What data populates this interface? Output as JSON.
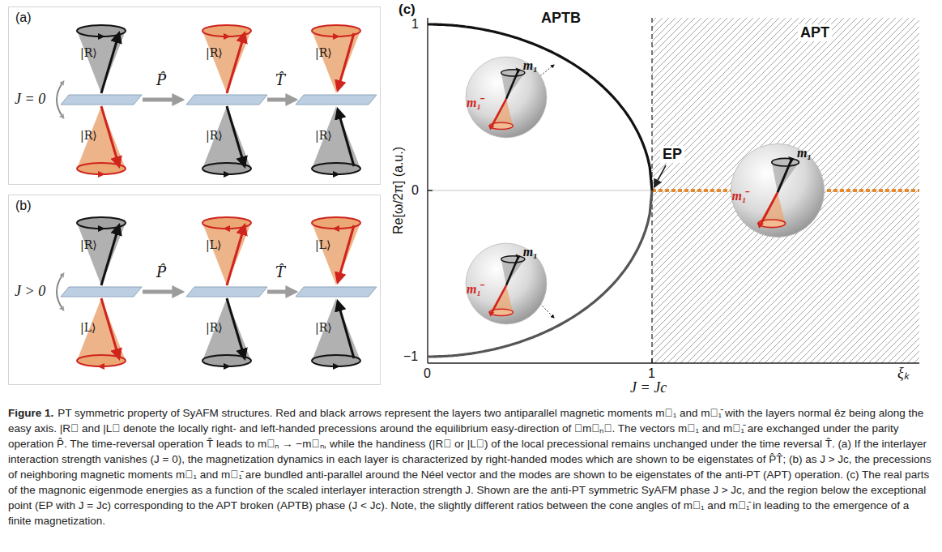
{
  "diagram": {
    "caption": "PT symmetric property of SyAFM structures. Red and black arrows represent the layers two antiparallel magnetic moments m⃗₁ and m⃗₁̄ with the layers normal êz being along the easy axis. |R⟩ and |L⟩ denote the locally right- and left-handed precessions around the equilibrium easy-direction of ⟨m⃗ₙ⟩. The vectors m⃗₁ and m⃗₁̄ are exchanged under the parity operation P̂. The time-reversal operation T̂ leads to m⃗ₙ → −m⃗ₙ, while the handiness (|R⟩ or |L⟩) of the local precessional remains unchanged under the time reversal T̂. (a) If the interlayer interaction strength vanishes (J = 0), the magnetization dynamics in each layer is characterized by right-handed modes which are shown to be eigenstates of P̂T̂; (b) as J > Jc, the precessions of neighboring magnetic moments m⃗₁ and m⃗₁̄ are bundled anti-parallel around the Néel vector and the modes are shown to be eigenstates of the anti-PT (APT) operation. (c) The real parts of the magnonic eigenmode energies as a function of the scaled interlayer interaction strength J. Shown are the anti-PT symmetric SyAFM phase J > Jc, and the region below the exceptional point (EP with J = Jc) corresponding to the APT broken (APTB) phase (J < Jc). Note, the slightly different ratios between the cone angles of m⃗₁ and m⃗₁̄ in leading to the emergence of a finite magnetization.",
    "nodes": [
      {
        "text": [
          "(a)"
        ]
      },
      {
        "text": [
          "(b)"
        ]
      },
      {
        "text": [
          "m₁",
          "m₁̄"
        ]
      },
      {
        "text": [
          "m₁",
          "m₁̄"
        ]
      },
      {
        "text": [
          "m₁",
          "m₁̄"
        ]
      }
    ],
    "labels": [
      "J = 0",
      "P̂",
      "T̂",
      "|R⟩",
      "|R⟩",
      "|R⟩",
      "|R⟩",
      "|R⟩",
      "|R⟩",
      "J > 0",
      "P̂",
      "T̂",
      "|R⟩",
      "|L⟩",
      "|L⟩",
      "|R⟩",
      "|L⟩",
      "|R⟩",
      "(c)",
      "Re[ω/2π] (a.u.)",
      "1",
      "0",
      "−1",
      "0",
      "1",
      "J = Jc",
      "ξₖ",
      "APTB",
      "APT",
      "EP",
      "Figure 1."
    ]
  }
}
